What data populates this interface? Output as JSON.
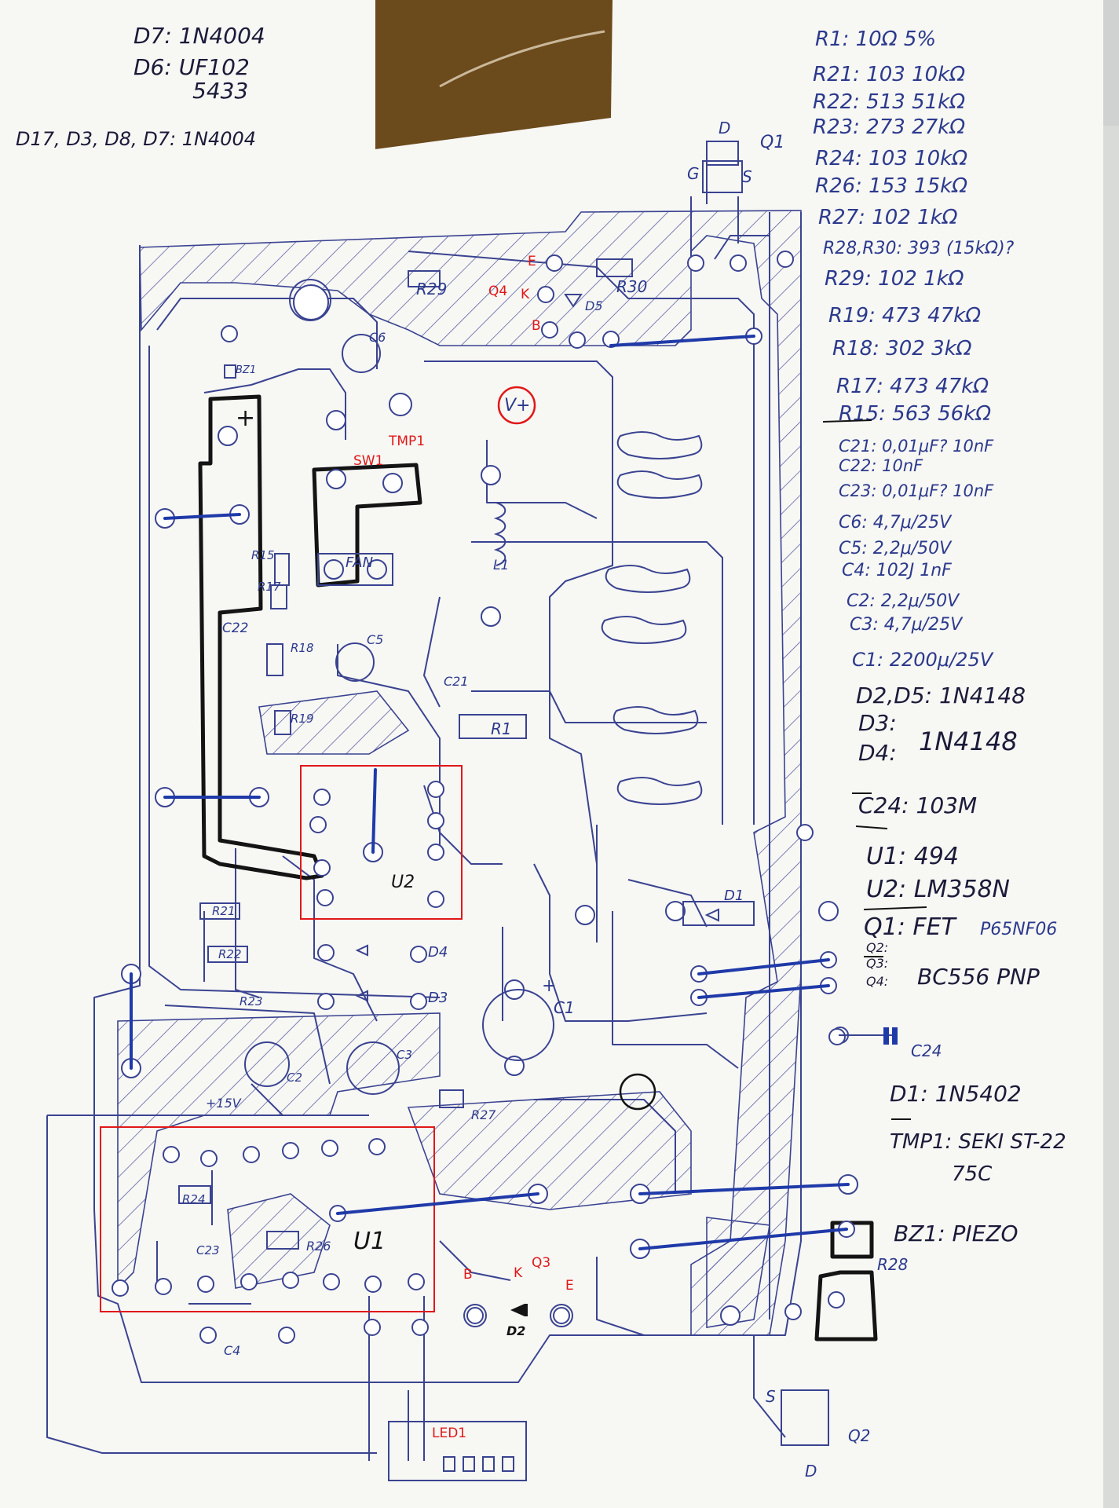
{
  "top_left_notes": [
    "D7: 1N4004",
    "D6: UF102",
    "5433",
    "D17, D3, D8, D7: 1N4004"
  ],
  "parts_list": [
    "R1: 10Ω 5%",
    "R21: 103 10kΩ",
    "R22: 513 51kΩ",
    "R23: 273 27kΩ",
    "R24: 103 10kΩ",
    "R26: 153 15kΩ",
    "R27: 102 1kΩ",
    "R28,R30: 393 (15kΩ)?",
    "R29: 102 1kΩ",
    "R19: 473 47kΩ",
    "R18: 302 3kΩ",
    "R17: 473 47kΩ",
    "R15: 563 56kΩ",
    "C21: 0,01μF? 10nF",
    "C22: 10nF",
    "C23: 0,01μF? 10nF",
    "C6: 4,7μ/25V",
    "C5: 2,2μ/50V",
    "C4: 102J 1nF",
    "C2: 2,2μ/50V",
    "C3: 4,7μ/25V",
    "C1: 2200μ/25V",
    "D2,D5: 1N4148",
    "D3:",
    "D4:",
    "1N4148",
    "C24: 103M",
    "U1: 494",
    "U2: LM358N",
    "Q1: FET",
    "P65NF06",
    "Q2:",
    "Q3:",
    "Q4:",
    "BC556 PNP",
    "D1: 1N5402",
    "TMP1: SEKI ST-22",
    "75C",
    "BZ1: PIEZO"
  ],
  "board_labels": {
    "q1": "Q1",
    "q1_d": "D",
    "q1_g": "G",
    "q1_s": "S",
    "r29": "R29",
    "r30": "R30",
    "q4": "Q4",
    "q4_e": "E",
    "q4_k": "K",
    "q4_b": "B",
    "d5": "D5",
    "c6": "C6",
    "bz1_on_board": "BZ1",
    "vplus": "V+",
    "tmp1": "TMP1",
    "sw1": "SW1",
    "plus": "+",
    "r15": "R15",
    "r17": "R17",
    "r18": "R18",
    "r19": "R19",
    "c22": "C22",
    "c5": "C5",
    "fan": "FAN",
    "l1": "L1",
    "c21": "C21",
    "r1": "R1",
    "u2": "U2",
    "r21": "R21",
    "r22": "R22",
    "r23": "R23",
    "d4": "D4",
    "d3": "D3",
    "d1": "D1",
    "c1": "C1",
    "c1_plus": "+",
    "c2": "C2",
    "c3": "C3",
    "p15v": "+15V",
    "r27": "R27",
    "c24": "C24",
    "r24": "R24",
    "r26": "R26",
    "c23": "C23",
    "u1": "U1",
    "c4": "C4",
    "q3": "Q3",
    "q3_b": "B",
    "q3_k": "K",
    "q3_e": "E",
    "d2": "D2",
    "r28": "R28",
    "led1": "LED1",
    "q2": "Q2",
    "q2_s": "S",
    "q2_d": "D"
  },
  "colors": {
    "paper": "#f7f7f4",
    "ink_blue": "#3a4390",
    "ink_black": "#141414",
    "annot_red": "#e01818",
    "jumper_blue": "#1f3aa8",
    "tape_brown": "#6b4a1c"
  }
}
